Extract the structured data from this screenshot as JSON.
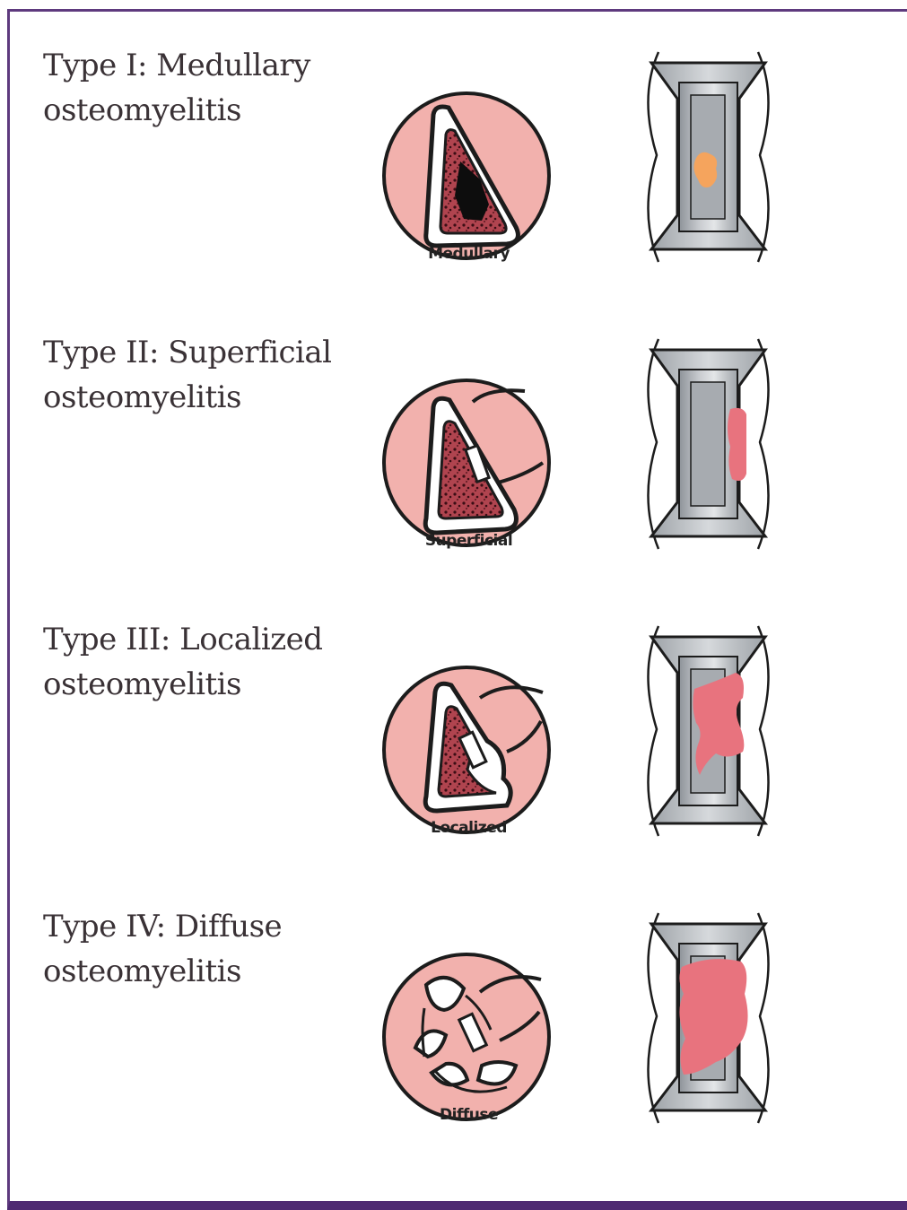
{
  "colors": {
    "frame": "#5e3a7e",
    "soft_tissue": "#f2b1ad",
    "infection": "#e8737e",
    "focal_lesion": "#f5a45d",
    "bone_gray": "#b9bdc2"
  },
  "types": [
    {
      "title_line1": "Type I: Medullary",
      "title_line2": "osteomyelitis",
      "cross_label": "Medullary"
    },
    {
      "title_line1": "Type II: Superficial",
      "title_line2": "osteomyelitis",
      "cross_label": "Superficial"
    },
    {
      "title_line1": "Type III: Localized",
      "title_line2": "osteomyelitis",
      "cross_label": "Localized"
    },
    {
      "title_line1": "Type IV: Diffuse",
      "title_line2": "osteomyelitis",
      "cross_label": "Diffuse"
    }
  ]
}
